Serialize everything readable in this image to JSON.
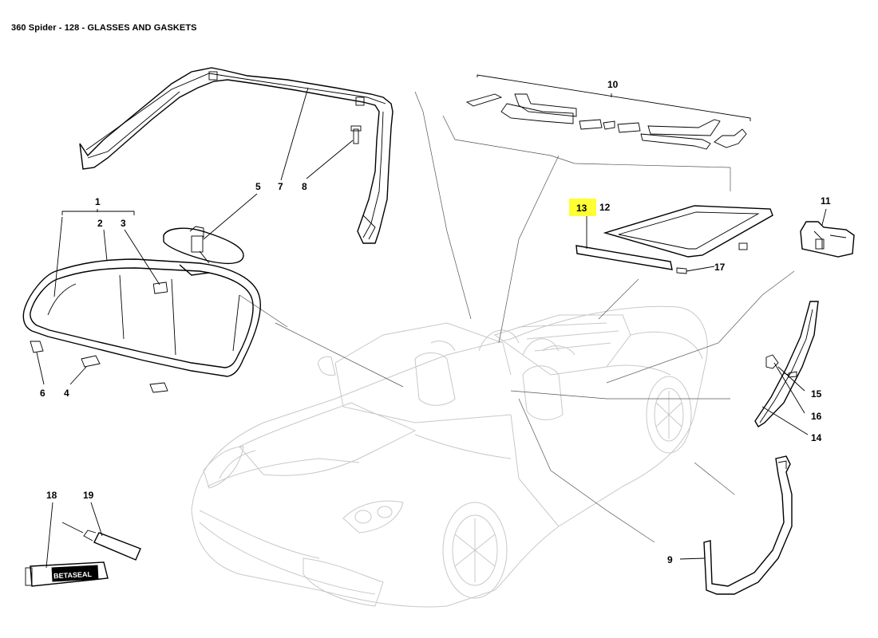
{
  "page": {
    "title": "360 Spider - 128 - GLASSES AND GASKETS"
  },
  "diagram": {
    "labels": {
      "p1": "1",
      "p2": "2",
      "p3": "3",
      "p4": "4",
      "p5": "5",
      "p6": "6",
      "p7": "7",
      "p8": "8",
      "p9": "9",
      "p10": "10",
      "p11": "11",
      "p12": "12",
      "p13": "13",
      "p14": "14",
      "p15": "15",
      "p16": "16",
      "p17": "17",
      "p18": "18",
      "p19": "19"
    },
    "highlighted_part": "13",
    "highlight_color": "#FFFF33",
    "product_label": "BETASEAL"
  }
}
